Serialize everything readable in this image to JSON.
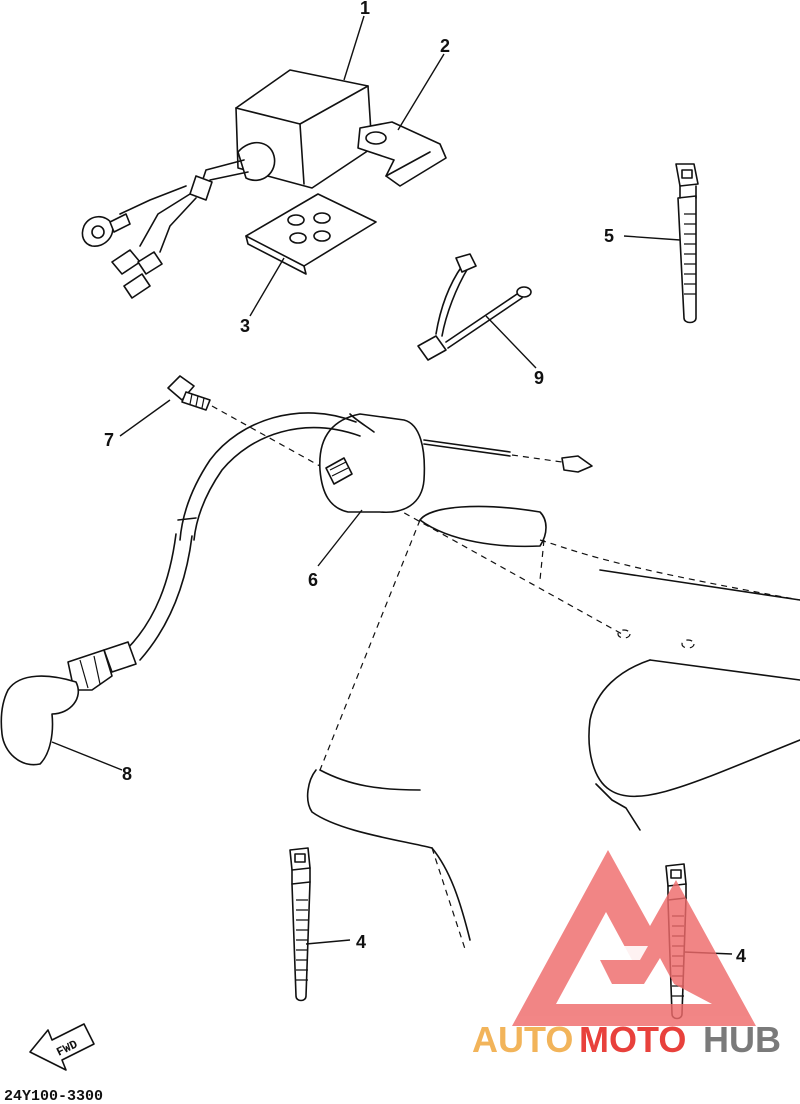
{
  "callouts": [
    {
      "id": "1",
      "label": "1"
    },
    {
      "id": "2",
      "label": "2"
    },
    {
      "id": "3",
      "label": "3"
    },
    {
      "id": "4a",
      "label": "4"
    },
    {
      "id": "4b",
      "label": "4"
    },
    {
      "id": "5",
      "label": "5"
    },
    {
      "id": "6",
      "label": "6"
    },
    {
      "id": "7",
      "label": "7"
    },
    {
      "id": "8",
      "label": "8"
    },
    {
      "id": "9",
      "label": "9"
    }
  ],
  "fwd_label": "FWD",
  "diagram_code": "24Y100-3300",
  "watermark": {
    "part1": "AUTO",
    "part2": "MOTO",
    "part3": "HUB",
    "color_auto": "#f2b45a",
    "color_moto": "#e8413c",
    "color_hub": "#7a7a7a",
    "logo_color": "#ef6b6b"
  }
}
